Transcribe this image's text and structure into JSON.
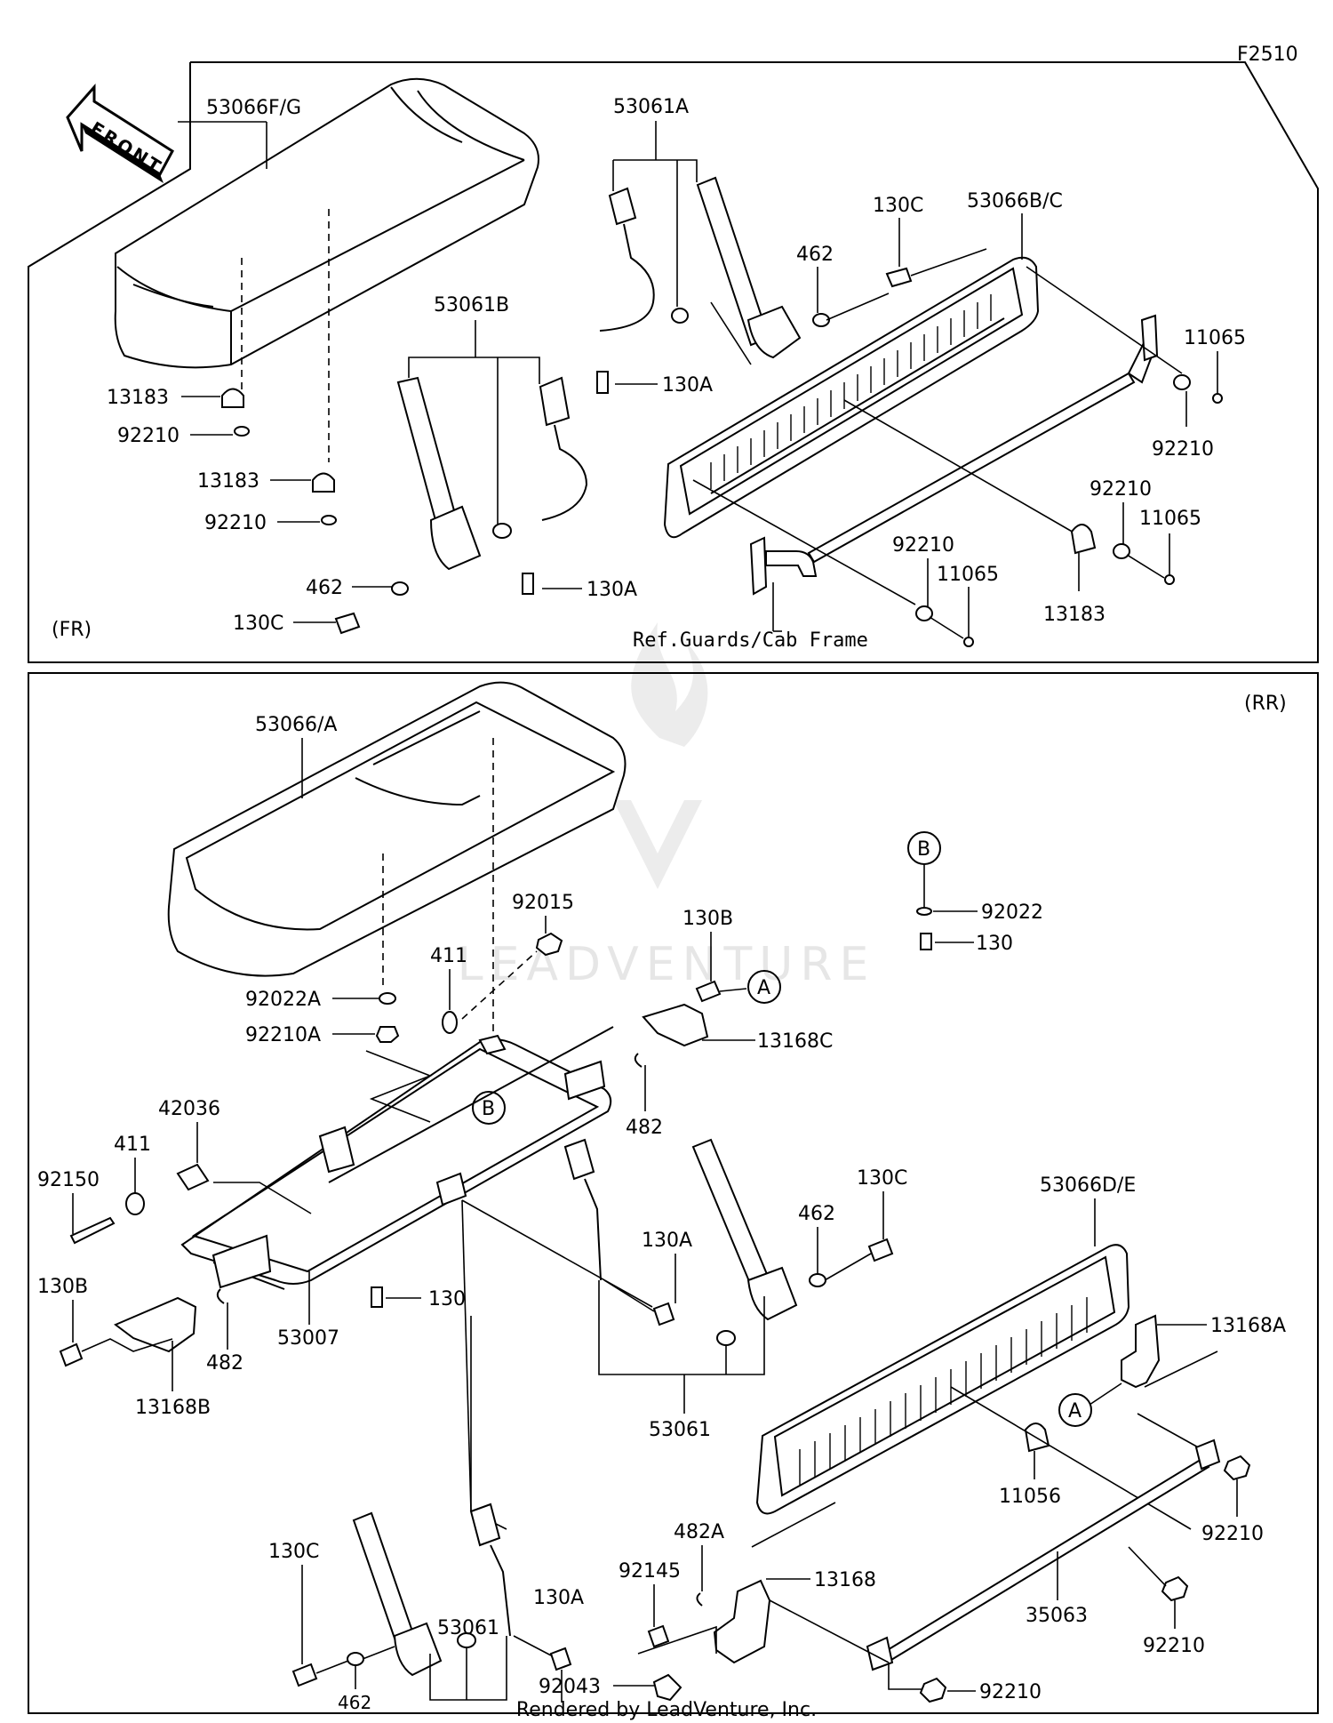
{
  "diagram_code": "F2510",
  "front_arrow_label": "FRONT",
  "sections": {
    "front": {
      "tag": "(FR)",
      "labels": {
        "seat": "53066F/G",
        "belt_a": "53061A",
        "belt_b": "53061B",
        "backrest": "53066B/C",
        "bolt_130c_top": "130C",
        "washer_462_top": "462",
        "bolt_130a_top": "130A",
        "cap_11065_1": "11065",
        "nut_92210_1": "92210",
        "clamp_13183_1": "13183",
        "nut_92210_2": "92210",
        "clamp_13183_2": "13183",
        "nut_92210_3": "92210",
        "nut_92210_4": "92210",
        "cap_11065_2": "11065",
        "clamp_13183_3": "13183",
        "nut_92210_5": "92210",
        "cap_11065_3": "11065",
        "washer_462_bottom": "462",
        "bolt_130c_bottom": "130C",
        "bolt_130a_bottom": "130A",
        "ref_note": "Ref.Guards/Cab Frame"
      }
    },
    "rear": {
      "tag": "(RR)",
      "labels": {
        "seat": "53066/A",
        "callout_b_top": "B",
        "washer_92022": "92022",
        "bolt_130_right": "130",
        "nut_92015": "92015",
        "bolt_130b_top": "130B",
        "washer_411_top": "411",
        "callout_a_top": "A",
        "bracket_13168c": "13168C",
        "washer_92022a": "92022A",
        "nut_92210a": "92210A",
        "callout_b_frame": "B",
        "clip_482_top": "482",
        "collar_42036": "42036",
        "washer_411_left": "411",
        "bolt_92150": "92150",
        "bolt_130a_mid": "130A",
        "bolt_130c_mid": "130C",
        "washer_462_mid": "462",
        "backrest": "53066D/E",
        "bracket_13168a": "13168A",
        "bolt_130b_left": "130B",
        "bolt_130_mid": "130",
        "frame_53007": "53007",
        "clip_482_left": "482",
        "bracket_13168b": "13168B",
        "belt_53061_mid": "53061",
        "callout_a_mid": "A",
        "clamp_11056": "11056",
        "clip_482a": "482A",
        "bolt_92145": "92145",
        "bracket_13168": "13168",
        "nut_92210_r1": "92210",
        "bolt_130c_low": "130C",
        "belt_53061_low": "53061",
        "bolt_130a_low": "130A",
        "bar_35063": "35063",
        "nut_92210_r2": "92210",
        "washer_462_low": "462",
        "bolt_92043": "92043",
        "nut_92210_r3": "92210"
      }
    }
  },
  "watermark": "LEADVENTURE",
  "footer": "Rendered by LeadVenture, Inc."
}
